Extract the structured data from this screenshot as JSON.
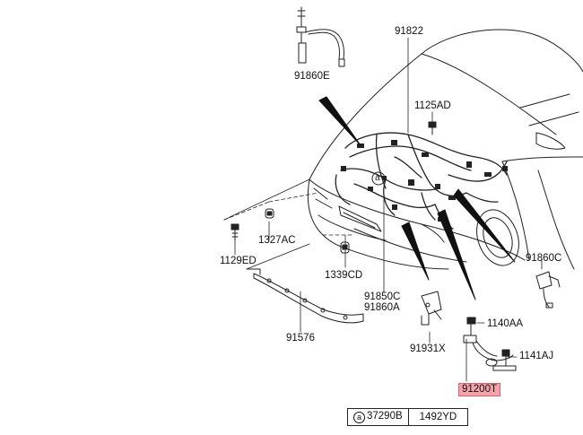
{
  "parts": [
    {
      "id": "p_91860E",
      "number": "91860E"
    },
    {
      "id": "p_91822",
      "number": "91822"
    },
    {
      "id": "p_1125AD",
      "number": "1125AD"
    },
    {
      "id": "p_1327AC",
      "number": "1327AC"
    },
    {
      "id": "p_1129ED",
      "number": "1129ED"
    },
    {
      "id": "p_1339CD",
      "number": "1339CD"
    },
    {
      "id": "p_91850C",
      "number": "91850C"
    },
    {
      "id": "p_91860A",
      "number": "91860A"
    },
    {
      "id": "p_91576",
      "number": "91576"
    },
    {
      "id": "p_91931X",
      "number": "91931X"
    },
    {
      "id": "p_1140AA",
      "number": "1140AA"
    },
    {
      "id": "p_1141AJ",
      "number": "1141AJ"
    },
    {
      "id": "p_91860C",
      "number": "91860C"
    },
    {
      "id": "p_91200T",
      "number": "91200T",
      "highlighted": true
    }
  ],
  "callout": {
    "letter": "a"
  },
  "legend": {
    "circle_letter": "a",
    "part_a": "37290B",
    "part_b": "1492YD"
  },
  "colors": {
    "line": "#222222",
    "highlight_fill": "#f4a3a8",
    "highlight_border": "#d2646c",
    "background": "#ffffff"
  }
}
